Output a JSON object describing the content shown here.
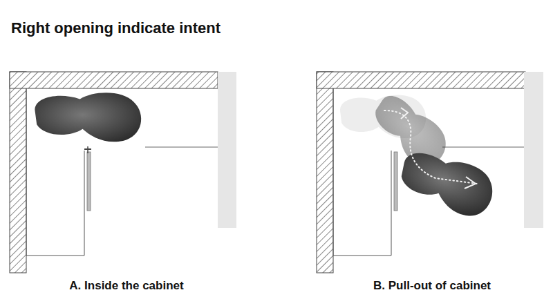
{
  "diagram": {
    "title": "Right opening indicate intent",
    "labels": [
      "A. Inside the cabinet",
      "B. Pull-out of cabinet"
    ]
  }
}
